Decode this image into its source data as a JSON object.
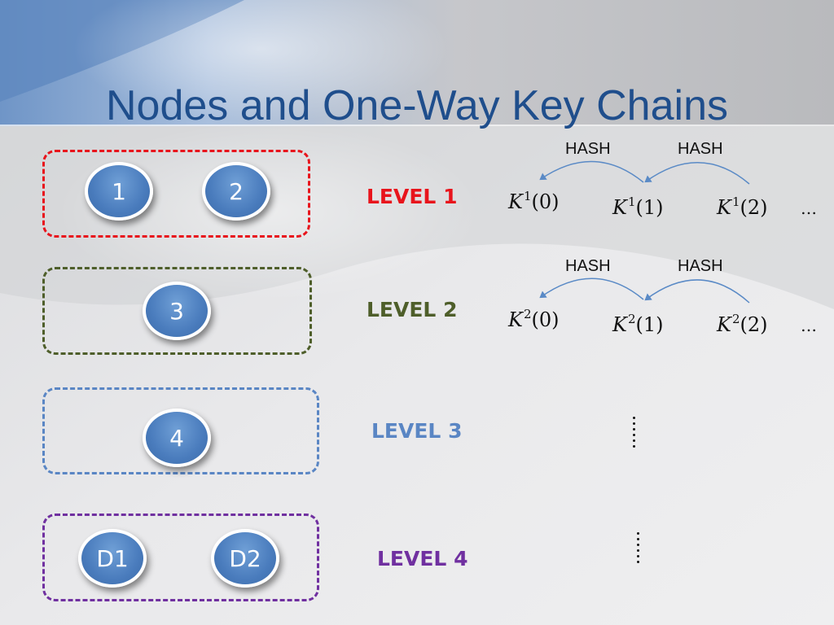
{
  "slide": {
    "title": "Nodes and One-Way Key Chains"
  },
  "colors": {
    "title": "#1f4e8c",
    "level1": "#e8141c",
    "level2": "#4e5e2a",
    "level3": "#5a86c4",
    "level4": "#7030a0",
    "node_fill": "#4a7cbd",
    "arrow": "#5a8ac6"
  },
  "groups": [
    {
      "level_label": "LEVEL 1",
      "nodes": [
        "1",
        "2"
      ]
    },
    {
      "level_label": "LEVEL 2",
      "nodes": [
        "3"
      ]
    },
    {
      "level_label": "LEVEL 3",
      "nodes": [
        "4"
      ]
    },
    {
      "level_label": "LEVEL 4",
      "nodes": [
        "D1",
        "D2"
      ]
    }
  ],
  "chains": [
    {
      "hash_labels": [
        "HASH",
        "HASH"
      ],
      "keys": [
        {
          "base": "K",
          "sup": "1",
          "arg": "(0)"
        },
        {
          "base": "K",
          "sup": "1",
          "arg": "(1)"
        },
        {
          "base": "K",
          "sup": "1",
          "arg": "(2)"
        }
      ],
      "ellipsis": "…"
    },
    {
      "hash_labels": [
        "HASH",
        "HASH"
      ],
      "keys": [
        {
          "base": "K",
          "sup": "2",
          "arg": "(0)"
        },
        {
          "base": "K",
          "sup": "2",
          "arg": "(1)"
        },
        {
          "base": "K",
          "sup": "2",
          "arg": "(2)"
        }
      ],
      "ellipsis": "…"
    }
  ]
}
